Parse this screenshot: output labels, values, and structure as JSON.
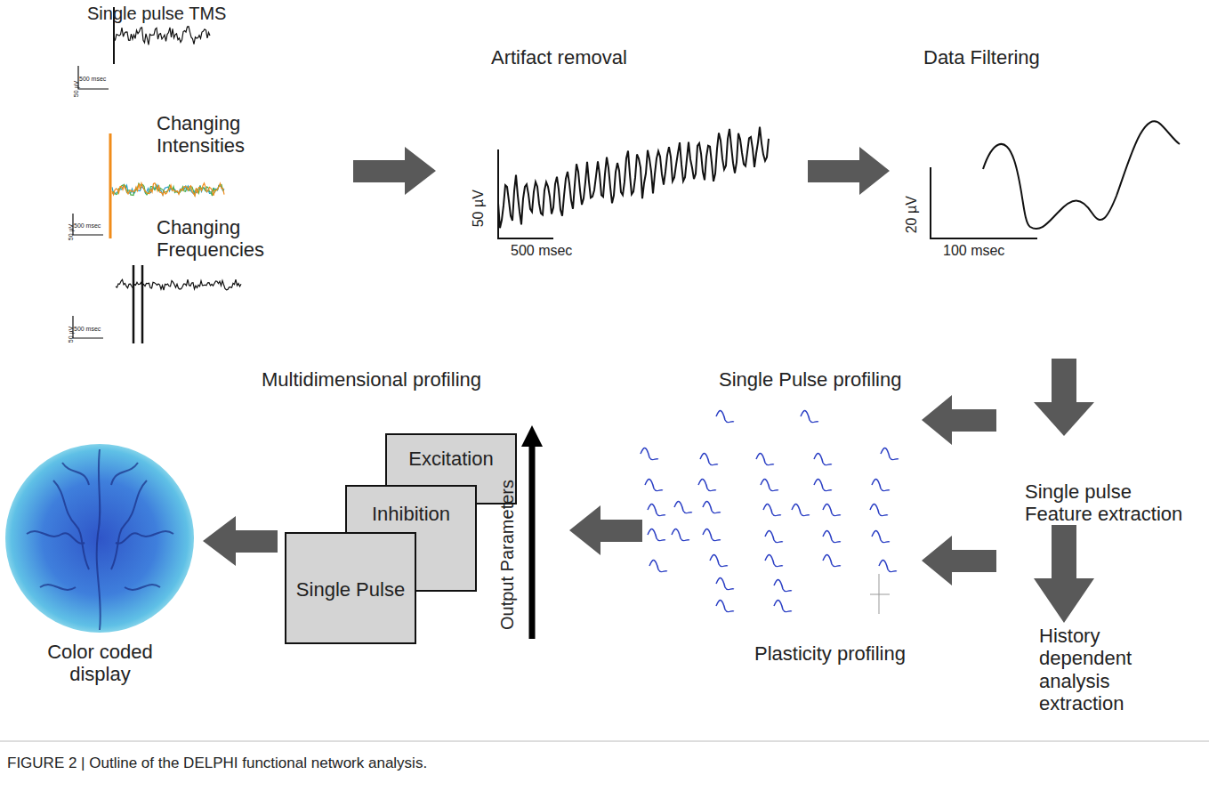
{
  "diagram": {
    "caption": "FIGURE 2 | Outline of the DELPHI functional network analysis.",
    "nodes": [
      {
        "text": [
          "Excitation"
        ]
      },
      {
        "text": [
          "Inhibition"
        ]
      },
      {
        "text": [
          "Single Pulse"
        ]
      }
    ],
    "labels": [
      "Single pulse TMS",
      "50 µV",
      "500 msec",
      "Changing Intensities",
      "50 µV",
      "500 msec",
      "Changing Frequencies",
      "50 µV",
      "500 msec",
      "Artifact removal",
      "50 µV",
      "500 msec",
      "Data Filtering",
      "20 µV",
      "100 msec",
      "Single pulse Feature extraction",
      "History dependent analysis extraction",
      "Single Pulse profiling",
      "Plasticity profiling",
      "Multidimensional profiling",
      "Output Parameters",
      "Color coded display"
    ]
  }
}
